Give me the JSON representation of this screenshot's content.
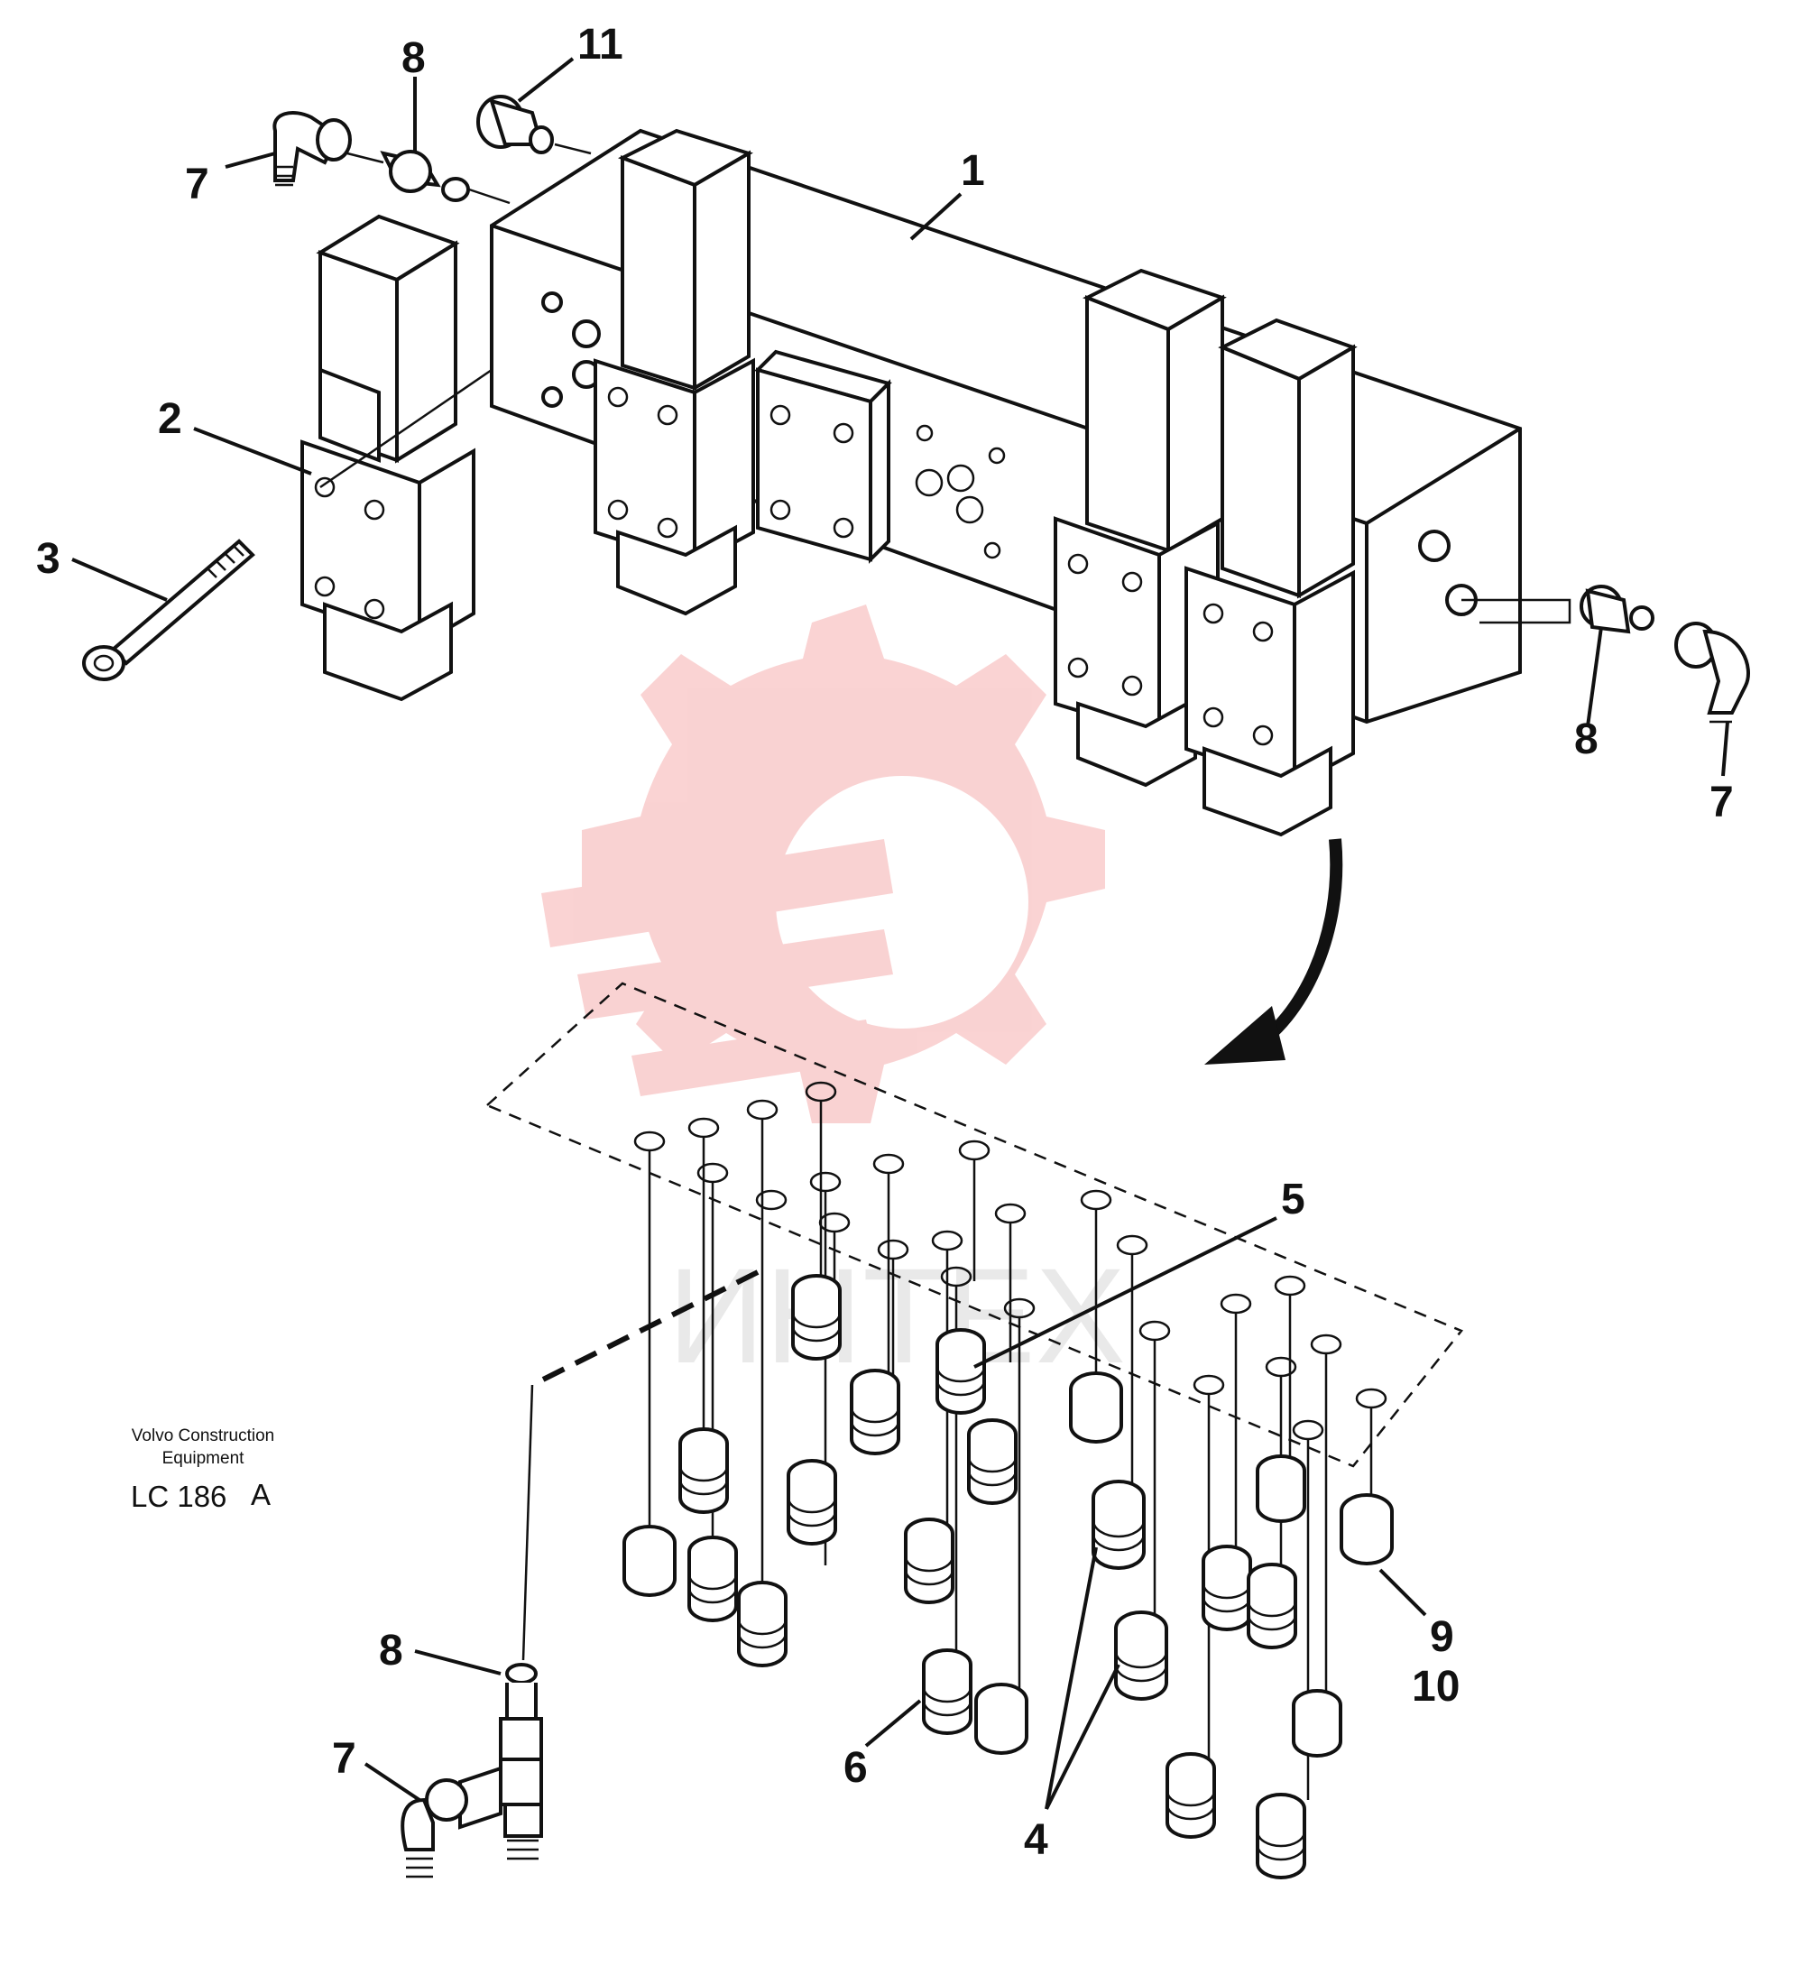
{
  "caption": {
    "company_line1": "Volvo Construction",
    "company_line2": "Equipment",
    "ref_code": "LC 186",
    "ref_rev": "A"
  },
  "watermark": {
    "text": "ИНТЕХ",
    "color": "#f2a0a0"
  },
  "part_labels": {
    "p1": "1",
    "p2": "2",
    "p3": "3",
    "p4": "4",
    "p5": "5",
    "p6": "6",
    "p7_top": "7",
    "p7_right": "7",
    "p7_bottom": "7",
    "p8_top": "8",
    "p8_right": "8",
    "p8_bottom": "8",
    "p9": "9",
    "p10": "10",
    "p11": "11"
  },
  "colors": {
    "line": "#111111",
    "watermark": "#f2a0a0",
    "background": "#ffffff"
  }
}
